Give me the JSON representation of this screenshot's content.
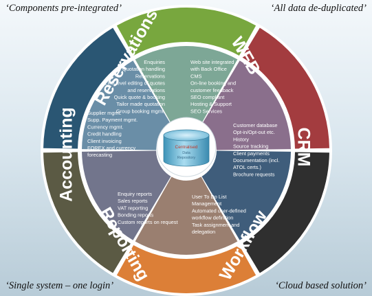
{
  "corners": {
    "top_left": "‘Components pre-integrated’",
    "top_right": "‘All data de-duplicated’",
    "bottom_left": "‘Single system – one login’",
    "bottom_right": "‘Cloud based solution’"
  },
  "center": {
    "title": "Centralised",
    "line2": "Data",
    "line3": "Repository"
  },
  "segments": [
    {
      "name": "Reservations",
      "outer_color": "#2a5673",
      "inner_color": "#6a8ea7",
      "items": [
        "Enquiries",
        "Quotation handling",
        "Reservations",
        "Line level editing of quotes",
        "and reservations",
        "Quick quote & booking",
        "Tailor made quotation",
        "Group booking mgmt."
      ]
    },
    {
      "name": "WEB",
      "outer_color": "#78a73e",
      "inner_color": "#7da796",
      "items": [
        "Web site integrated",
        "with Back Office",
        "CMS",
        "On-line booking and",
        "customer feedback",
        "SEO compliant",
        "Hosting & Support",
        "SEO Services"
      ]
    },
    {
      "name": "CRM",
      "outer_color": "#a33c3f",
      "inner_color": "#8a6f8c",
      "items": [
        "Customer database",
        "Opt-in/Opt-out etc.",
        "History",
        "Source tracking",
        "Client payments",
        "Documentation (incl.",
        "ATOL certs.)",
        "Brochure requests"
      ]
    },
    {
      "name": "Workflow",
      "outer_color": "#2f2f2f",
      "inner_color": "#3f5d7b",
      "items": [
        "User To Do List",
        "Management",
        "Automated user-defined",
        "workflow definition",
        "Task assignment and",
        "delegation"
      ]
    },
    {
      "name": "Reporting",
      "outer_color": "#dc7f37",
      "inner_color": "#9a7f70",
      "items": [
        "Enquiry reports",
        "Sales reports",
        "VAT reporting",
        "Bonding reports",
        "Custom reports on request"
      ]
    },
    {
      "name": "Accounting",
      "outer_color": "#5b5a44",
      "inner_color": "#72758c",
      "items": [
        "Supplier mgmt.",
        "Supp. Payment mgmt.",
        "Currency mgmt.",
        "Credit handling",
        "Client invoicing",
        "FOREX and currency",
        "forecasting"
      ]
    }
  ]
}
